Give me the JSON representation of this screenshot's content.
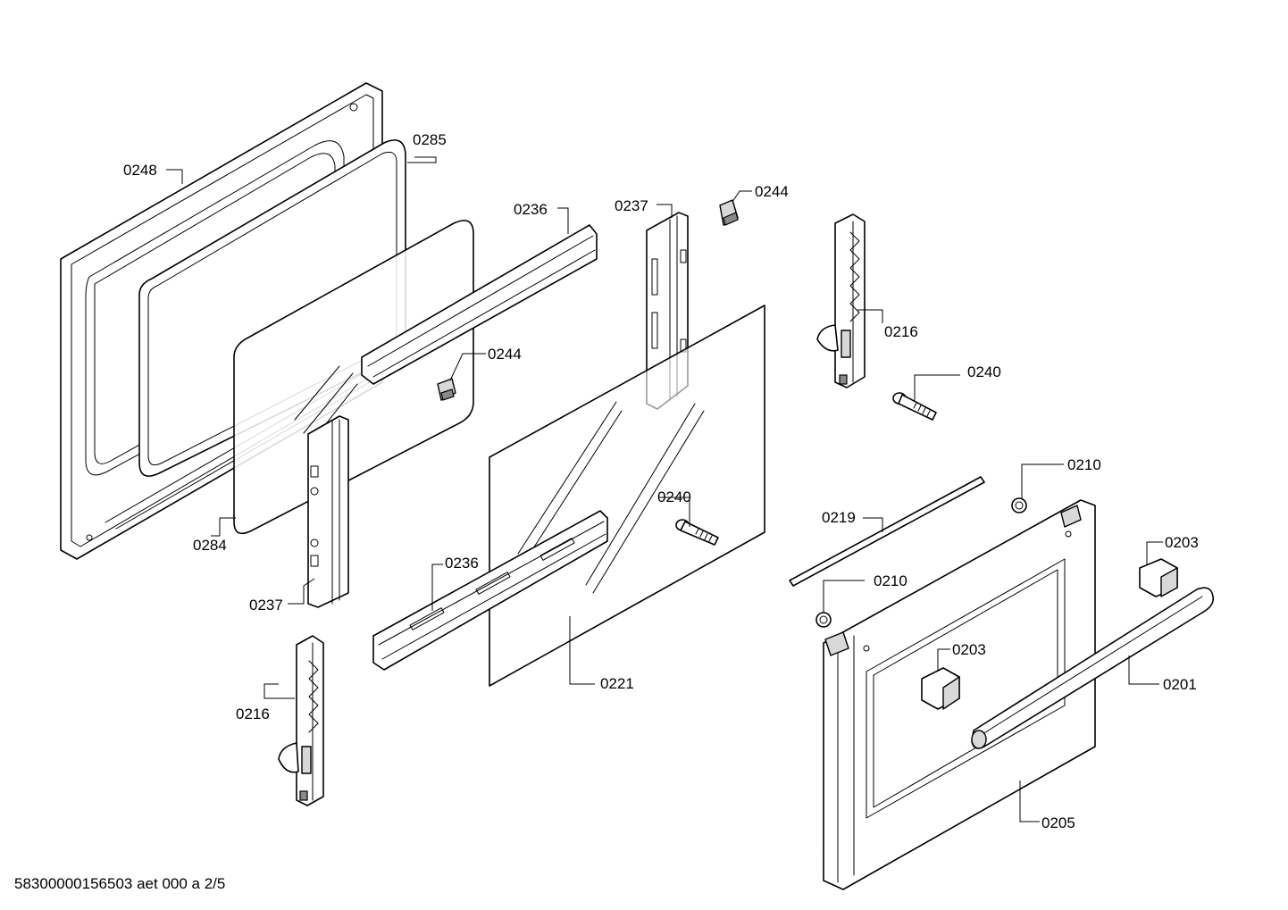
{
  "diagram": {
    "footer": "58300000156503 aet 000 a 2/5",
    "labels": {
      "p0248": "0248",
      "p0285": "0285",
      "p0236a": "0236",
      "p0237a": "0237",
      "p0244a": "0244",
      "p0216a": "0216",
      "p0244b": "0244",
      "p0240a": "0240",
      "p0284": "0284",
      "p0237b": "0237",
      "p0240b": "0240",
      "p0236b": "0236",
      "p0210a": "0210",
      "p0219": "0219",
      "p0203a": "0203",
      "p0210b": "0210",
      "p0203b": "0203",
      "p0221": "0221",
      "p0201": "0201",
      "p0216b": "0216",
      "p0205": "0205"
    }
  }
}
